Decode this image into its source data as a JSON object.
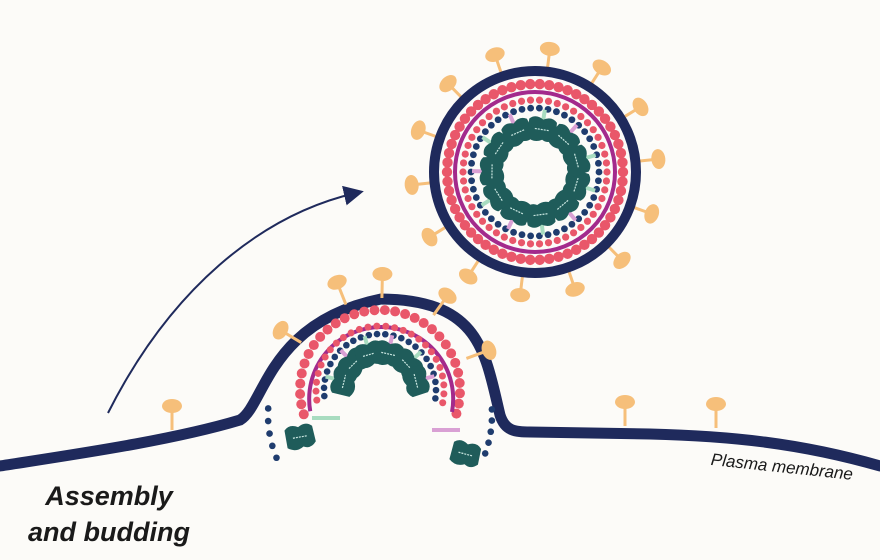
{
  "labels": {
    "assembly_line1": "Assembly",
    "assembly_line2": "and budding",
    "membrane": "Plasma membrane"
  },
  "colors": {
    "background": "#fcfbf8",
    "envelope": "#1f2a5c",
    "spike": "#f6bf7a",
    "lipid_head": "#e9576a",
    "inner_layer": "#a32a8c",
    "matrix_dot": "#1f3c6e",
    "nucleocapsid": "#1f5c5a",
    "rna_green": "#a8dcc0",
    "rna_pink": "#d9a0d4",
    "arrow": "#1f2a5c"
  },
  "icons": [
    "spike-protein-icon",
    "nucleocapsid-protein-icon",
    "arrow-icon"
  ]
}
